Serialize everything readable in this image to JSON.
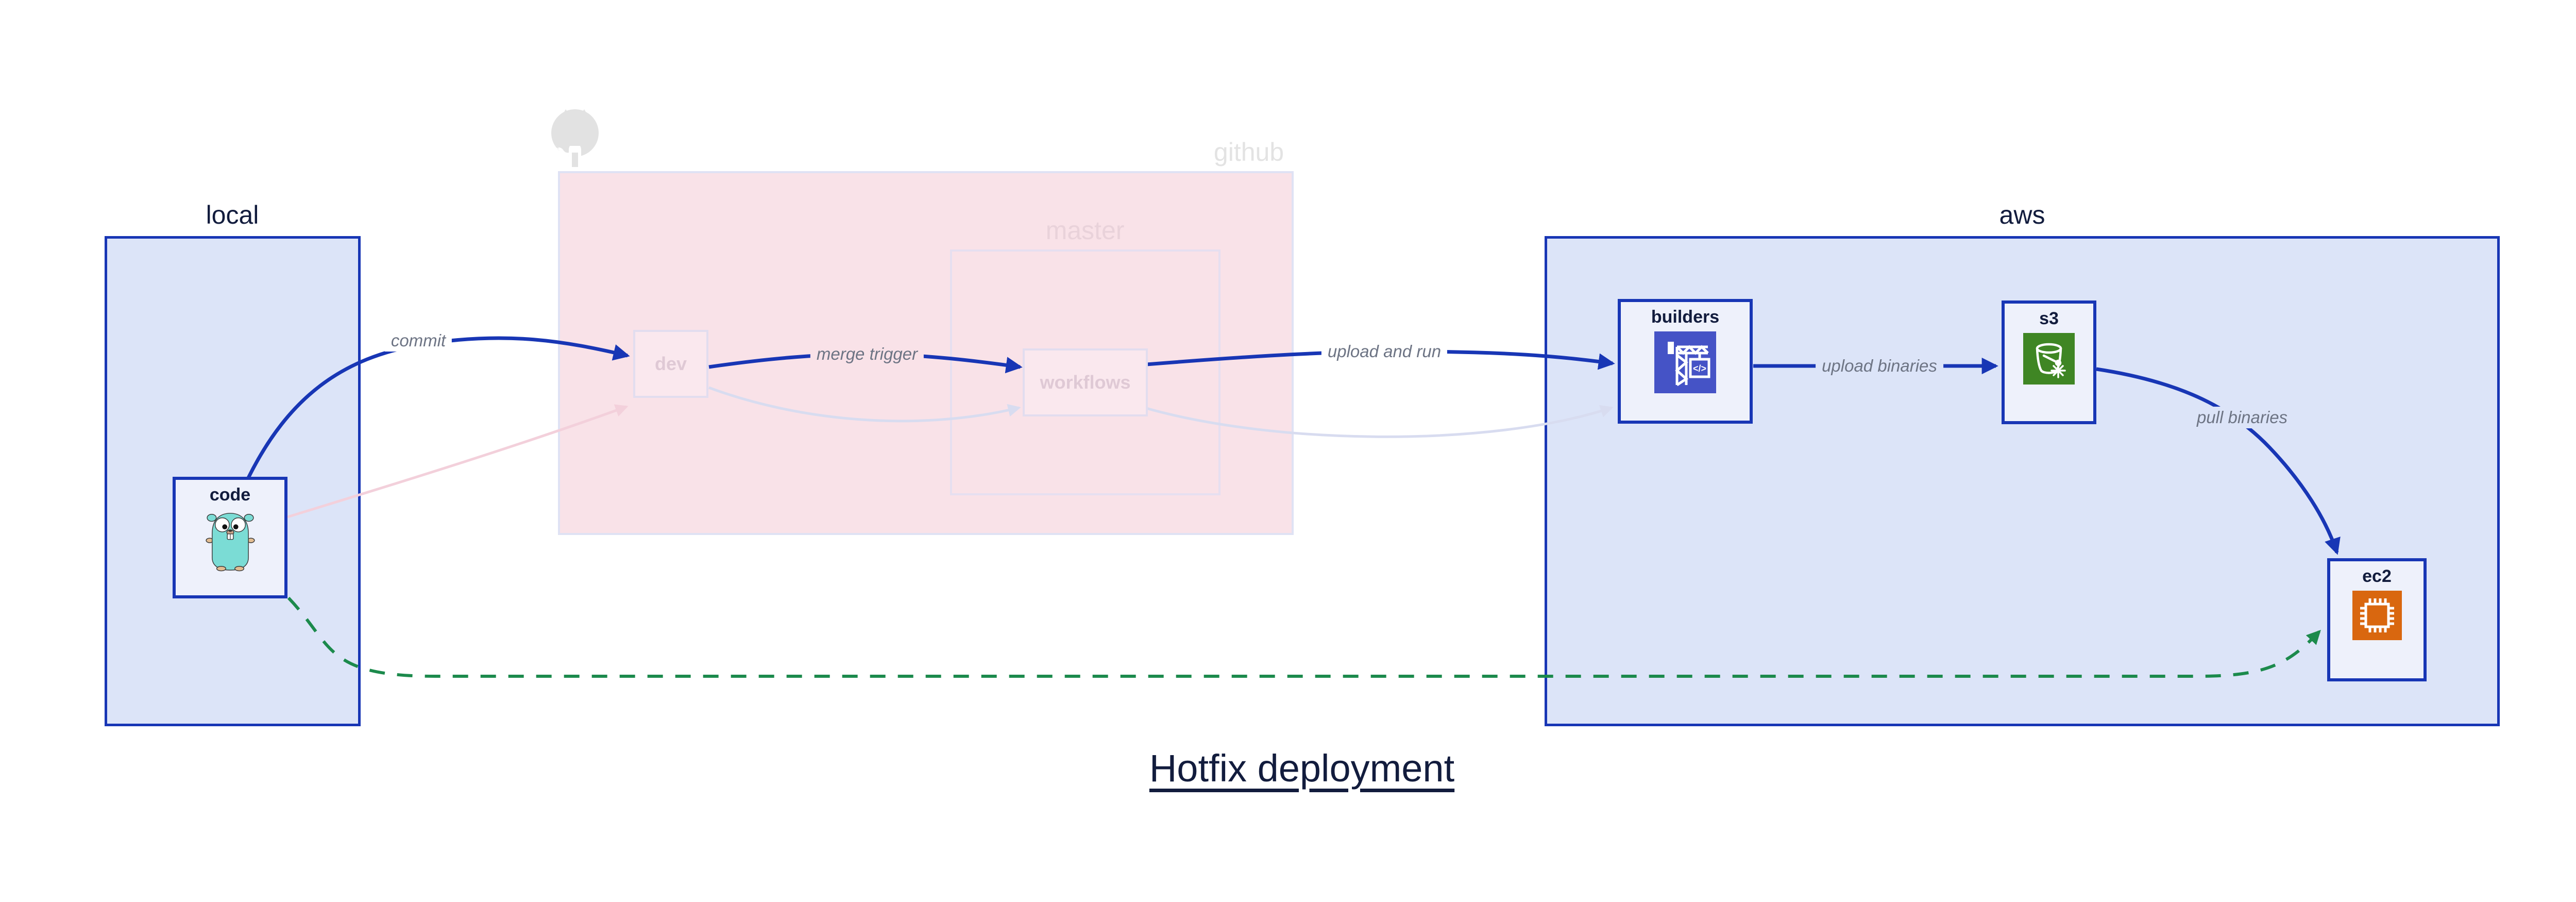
{
  "title": "Hotfix deployment",
  "clusters": {
    "local": {
      "label": "local"
    },
    "github": {
      "label": "github",
      "icon": "github-octocat-icon"
    },
    "master": {
      "label": "master"
    },
    "aws": {
      "label": "aws"
    }
  },
  "nodes": {
    "code": {
      "label": "code",
      "icon": "go-gopher-icon"
    },
    "dev": {
      "label": "dev"
    },
    "workflows": {
      "label": "workflows"
    },
    "builders": {
      "label": "builders",
      "icon": "aws-codebuild-crane-icon"
    },
    "s3": {
      "label": "s3",
      "icon": "aws-s3-bucket-icon"
    },
    "ec2": {
      "label": "ec2",
      "icon": "aws-ec2-chip-icon"
    }
  },
  "edges": [
    {
      "from": "code",
      "to": "dev",
      "label": "commit",
      "style": "solid-blue"
    },
    {
      "from": "dev",
      "to": "workflows",
      "label": "merge trigger",
      "style": "solid-blue"
    },
    {
      "from": "workflows",
      "to": "builders",
      "label": "upload and run",
      "style": "solid-blue"
    },
    {
      "from": "builders",
      "to": "s3",
      "label": "upload binaries",
      "style": "solid-blue"
    },
    {
      "from": "s3",
      "to": "ec2",
      "label": "pull binaries",
      "style": "solid-blue"
    },
    {
      "from": "code",
      "to": "dev",
      "label": "",
      "style": "faded-pink"
    },
    {
      "from": "dev",
      "to": "workflows",
      "label": "",
      "style": "faded-lavender"
    },
    {
      "from": "workflows",
      "to": "builders",
      "label": "",
      "style": "faded-lavender"
    },
    {
      "from": "code",
      "to": "ec2",
      "label": "",
      "style": "dashed-green"
    }
  ],
  "colors": {
    "edge_blue": "#1836b5",
    "edge_faded_lavender": "#d8dcf0",
    "edge_faded_pink": "#f3d0db",
    "edge_green": "#1c8a4c",
    "cluster_fill": "#dce4f8",
    "node_fill": "#eef1fb",
    "github_fill": "#f9e2e8",
    "text_navy": "#121c3d",
    "edge_label_gray": "#6d7484",
    "codebuild_icon_bg": "#4553c6",
    "s3_icon_bg": "#3f8624",
    "ec2_icon_bg": "#d9670f",
    "gopher_body": "#7bdcd5"
  }
}
